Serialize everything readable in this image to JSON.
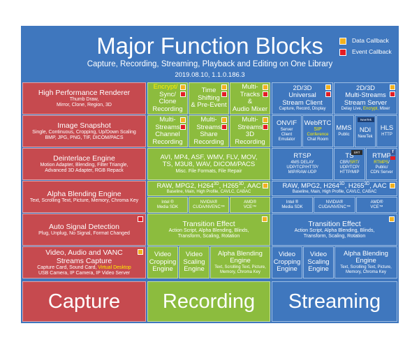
{
  "header": {
    "title": "Major Function Blocks",
    "subtitle": "Capture, Recording, Streaming, Playback and Editing on One Library",
    "version": "2019.08.10, 1.1.0.186.3",
    "legend": [
      {
        "label": "Data Callback",
        "color": "#f2b11f"
      },
      {
        "label": "Event Callback",
        "color": "#e31d24"
      }
    ]
  },
  "capture": {
    "renderer": {
      "title": "High Performance Renderer",
      "l1": "Thumb Draw,",
      "l2": "Mirror, Clone, Region, 3D"
    },
    "snapshot": {
      "title": "Image Snapshot",
      "l1": "Single, Continuous, Cropping, Up/Down Scaling",
      "l2": "BMP, JPG, PNG, TIF, DICOM/PACS"
    },
    "deinterlace": {
      "title": "Deinterlace Engine",
      "l1": "Motion Adapter, Blending, Filter Triangle,",
      "l2": "Advanced 3D Adapter, RGB Repack"
    },
    "alpha": {
      "title": "Alpha Blending Engine",
      "l1": "Text, Scrolling Text, Picture, Memory, Chroma Key"
    },
    "signal": {
      "title": "Auto Signal Detection",
      "l1": "Plug, Unplug, No Signal, Format Changed"
    },
    "vanc": {
      "t1": "Video, Audio and VANC",
      "t2": "Streams Capture",
      "l1a": "Capture Card, Sound Card,",
      "l1b": "Virtual Desktop",
      "l2": "USB Camera, IP Camera, IP Video Server"
    },
    "label": "Capture"
  },
  "recording": {
    "encrypt": {
      "a": "Encrypt/",
      "b": "Sync/",
      "c": "Clone",
      "d": "Recording"
    },
    "timeshift": {
      "a": "Time",
      "b": "Shifting",
      "c": "& Pre-Event"
    },
    "multitracks": {
      "a": "Multi-",
      "b": "Tracks",
      "c": "&",
      "d": "Audio Mixer"
    },
    "channel": {
      "a": "Multi-",
      "b": "Streams",
      "c": "Channel",
      "d": "Recording"
    },
    "share": {
      "a": "Multi-",
      "b": "Streams",
      "c": "Share",
      "d": "Recording"
    },
    "threed": {
      "a": "Multi-",
      "b": "Streams",
      "c": "3D",
      "d": "Recording"
    },
    "formats": {
      "l1": "AVI, MP4, ASF, WMV, FLV, MOV,",
      "l2": "TS, M3U8, WAV, DICOM/PACS",
      "l3": "Misc. File Formats, File Repair"
    },
    "codec": {
      "l1": "RAW, MPG2, H264",
      "sup1": "3D",
      "l1b": ", H265",
      "sup2": "3D",
      "l1c": ", AAC",
      "l2": "Baseline, Main, High Profile, CAVLC, CABAC"
    },
    "hw": [
      {
        "a": "Intel ®",
        "b": "Media SDK"
      },
      {
        "a": "NVIDIA®",
        "b": "CUDA/NVENC™"
      },
      {
        "a": "AMD®",
        "b": "VCE™"
      }
    ],
    "transition": {
      "title": "Transition Effect",
      "l1": "Action Script, Alpha Blending, Blinds,",
      "l2": "Transform, Scaling, Rotation"
    },
    "crop": {
      "a": "Video",
      "b": "Cropping",
      "c": "Engine"
    },
    "scale": {
      "a": "Video",
      "b": "Scaling",
      "c": "Engine"
    },
    "alpha": {
      "a": "Alpha Blending",
      "b": "Engine",
      "l1": "Text, Scrolling Text, Picture,",
      "l2": "Memory, Chroma Key"
    },
    "label": "Recording"
  },
  "streaming": {
    "universal": {
      "a": "2D/3D",
      "b": "Universal",
      "c": "Stream Client",
      "l1": "Capture, Record, Display"
    },
    "multiserver": {
      "a": "2D/3D",
      "b": "Multi-Streams",
      "c": "Stream Server",
      "l1a": "Delay Live,",
      "l1b": "Encrypt,",
      "l1c": "Mixer"
    },
    "onvif": {
      "a": "ONVIF",
      "b": "Server",
      "c": "Client",
      "d": "Emulator"
    },
    "webrtc": {
      "a": "WebRTC",
      "b": "SIP",
      "c": "Conference",
      "d": "Chat Room"
    },
    "mms": {
      "a": "MMS",
      "b": "Public"
    },
    "ndi": {
      "a": "NDI",
      "b": "NewTek",
      "badge": "NewTek"
    },
    "hls": {
      "a": "HLS",
      "b": "HTTP"
    },
    "rtsp": {
      "a": "RTSP",
      "b": "4MS  DELAY",
      "c": "UDP/TCP/HTTP/",
      "d": "MIP/RAW-UDP"
    },
    "ts": {
      "a": "TS",
      "b": "CBR/",
      "b2": "SRT",
      "b3": "/",
      "c": "UDP/TCP/",
      "d": "HTTP/MIP",
      "badge": "SRT"
    },
    "rtmp": {
      "a": "RTMP",
      "b": "RTMPS",
      "b2": "/",
      "c": "Public/",
      "d": "CDN Server"
    },
    "codec": {
      "l1": "RAW, MPG2, H264",
      "sup1": "3D",
      "l1b": ", H265",
      "sup2": "3D",
      "l1c": ", AAC",
      "l2": "Baseline, Main, High Profile, CAVLC, CABAC"
    },
    "hw": [
      {
        "a": "Intel ®",
        "b": "Media SDK"
      },
      {
        "a": "NVIDIA®",
        "b": "CUDA/NVENC™"
      },
      {
        "a": "AMD®",
        "b": "VCE™"
      }
    ],
    "transition": {
      "title": "Transition Effect",
      "l1": "Action Script, Alpha Blending, Blinds,",
      "l2": "Transform, Scaling, Rotation"
    },
    "crop": {
      "a": "Video",
      "b": "Cropping",
      "c": "Engine"
    },
    "scale": {
      "a": "Video",
      "b": "Scaling",
      "c": "Engine"
    },
    "alpha": {
      "a": "Alpha Blending",
      "b": "Engine",
      "l1": "Text, Scrolling Text, Picture,",
      "l2": "Memory, Chroma Key"
    },
    "label": "Streaming"
  }
}
